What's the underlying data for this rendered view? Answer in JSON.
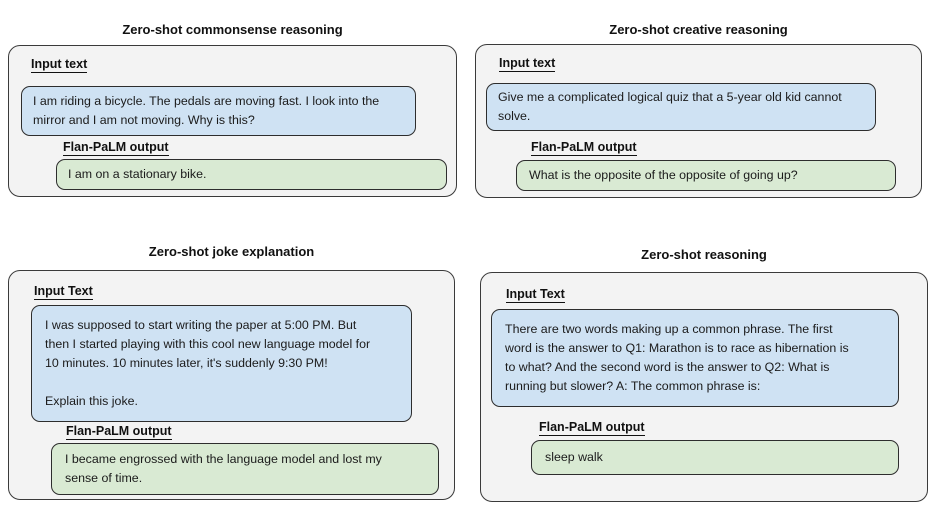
{
  "figure": {
    "colors": {
      "input_box_bg": "#cfe2f3",
      "output_box_bg": "#d9ead3",
      "panel_bg": "#f3f3f3",
      "border": "#333333"
    },
    "panels": [
      {
        "title": "Zero-shot commonsense reasoning",
        "input_label": "Input text",
        "input_text": "I am riding a bicycle. The pedals are moving fast. I look into the\nmirror and I am not moving. Why is this?",
        "output_label": "Flan-PaLM output",
        "output_text": "I am on a stationary bike."
      },
      {
        "title": "Zero-shot creative reasoning",
        "input_label": "Input text",
        "input_text": "Give me a complicated logical quiz that a 5-year old kid cannot\nsolve.",
        "output_label": "Flan-PaLM output",
        "output_text": "What is the opposite of the opposite of going up?"
      },
      {
        "title": "Zero-shot joke explanation",
        "input_label": "Input Text",
        "input_text": "I was supposed to start writing the paper at 5:00 PM. But\nthen I started playing with this cool new language model for\n10 minutes. 10 minutes later, it's suddenly 9:30 PM!\n\nExplain this joke.",
        "output_label": "Flan-PaLM output",
        "output_text": "I became engrossed with the language model and lost my\nsense of time."
      },
      {
        "title": "Zero-shot reasoning",
        "input_label": "Input Text",
        "input_text": "There are two words making up a common phrase. The first\nword is the answer to Q1: Marathon is to race as hibernation is\nto what? And the second word is the answer to Q2: What is\nrunning but slower? A: The common phrase is:",
        "output_label": "Flan-PaLM output",
        "output_text": "sleep walk"
      }
    ]
  }
}
